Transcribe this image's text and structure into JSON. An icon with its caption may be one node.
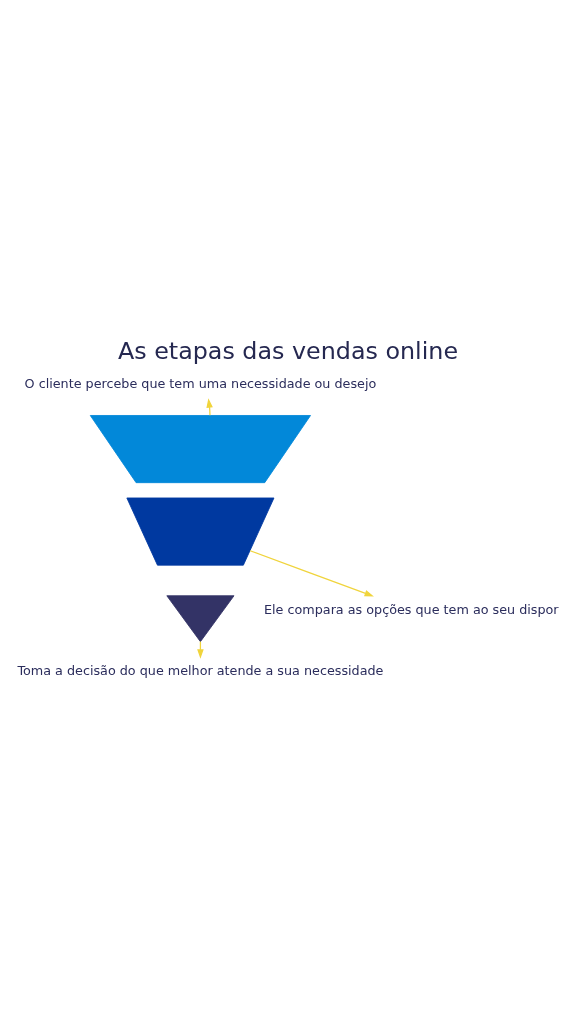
{
  "diagram": {
    "title": "As etapas das vendas online",
    "nodes": [
      {
        "text": [
          "O cliente percebe que tem uma necessidade ou desejo"
        ]
      },
      {
        "text": [],
        "shape": "trapezoid"
      },
      {
        "text": [],
        "shape": "trapezoid"
      },
      {
        "text": [],
        "shape": "triangle"
      },
      {
        "text": [
          "Ele compara as opções que tem ao seu dispor"
        ]
      },
      {
        "text": [
          "Toma a decisão do que melhor atende a sua necessidade"
        ]
      }
    ],
    "edges": [
      {
        "from": 1,
        "to": 0,
        "arrow": "to"
      },
      {
        "from": 2,
        "to": 4,
        "arrow": "to"
      },
      {
        "from": 3,
        "to": 5,
        "arrow": "to"
      }
    ]
  }
}
